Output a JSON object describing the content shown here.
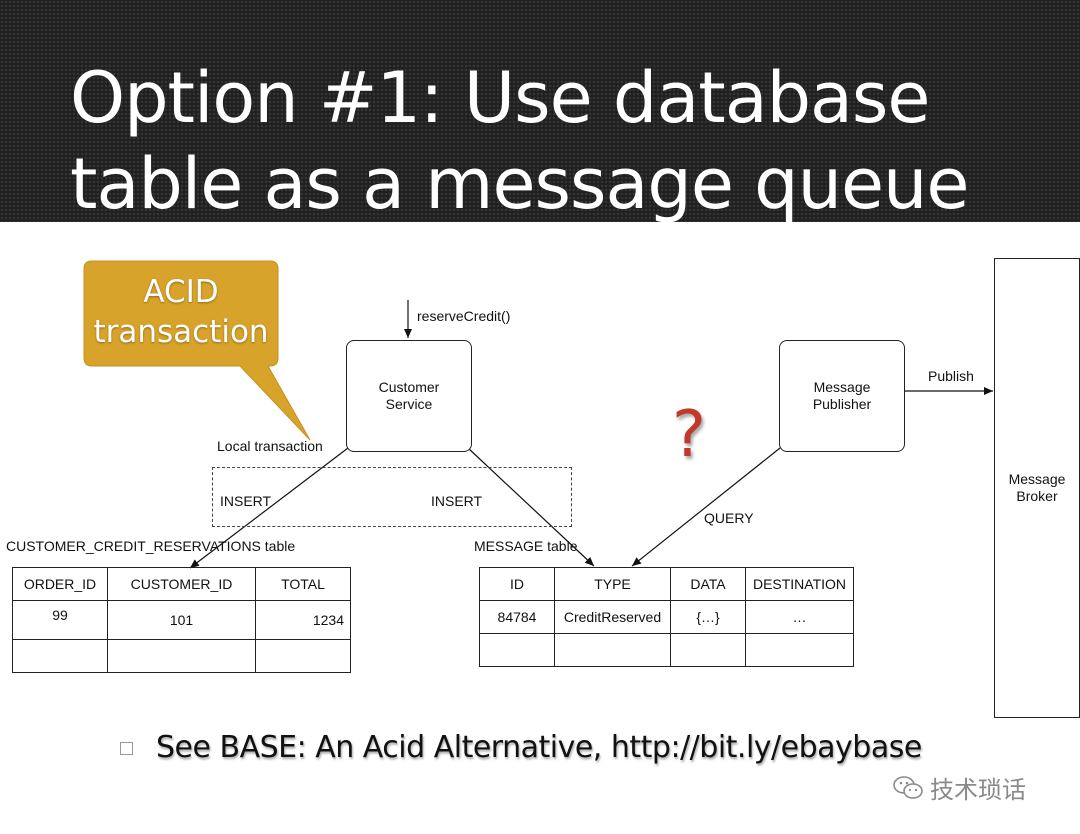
{
  "slide": {
    "title_line1": "Option #1: Use database",
    "title_line2": "table as a message queue"
  },
  "callout": {
    "line1": "ACID",
    "line2": "transaction",
    "color": "#d8a32a"
  },
  "labels": {
    "reserve_credit": "reserveCredit()",
    "local_transaction": "Local transaction",
    "insert_left": "INSERT",
    "insert_right": "INSERT",
    "query": "QUERY",
    "publish": "Publish",
    "question_mark": "?"
  },
  "boxes": {
    "customer_service_line1": "Customer",
    "customer_service_line2": "Service",
    "message_publisher_line1": "Message",
    "message_publisher_line2": "Publisher",
    "message_broker_line1": "Message",
    "message_broker_line2": "Broker"
  },
  "tables": {
    "credit": {
      "caption": "CUSTOMER_CREDIT_RESERVATIONS table",
      "headers": [
        "ORDER_ID",
        "CUSTOMER_ID",
        "TOTAL"
      ],
      "row1": [
        "99",
        "101",
        "1234"
      ]
    },
    "message": {
      "caption": "MESSAGE table",
      "headers": [
        "ID",
        "TYPE",
        "DATA",
        "DESTINATION"
      ],
      "row1": [
        "84784",
        "CreditReserved",
        "{…}",
        "…"
      ]
    }
  },
  "footer": {
    "note": "See BASE: An Acid Alternative, http://bit.ly/ebaybase",
    "watermark": "技术琐话"
  },
  "colors": {
    "header_bg": "#1f1f1f",
    "question_mark": "#c0392b"
  }
}
